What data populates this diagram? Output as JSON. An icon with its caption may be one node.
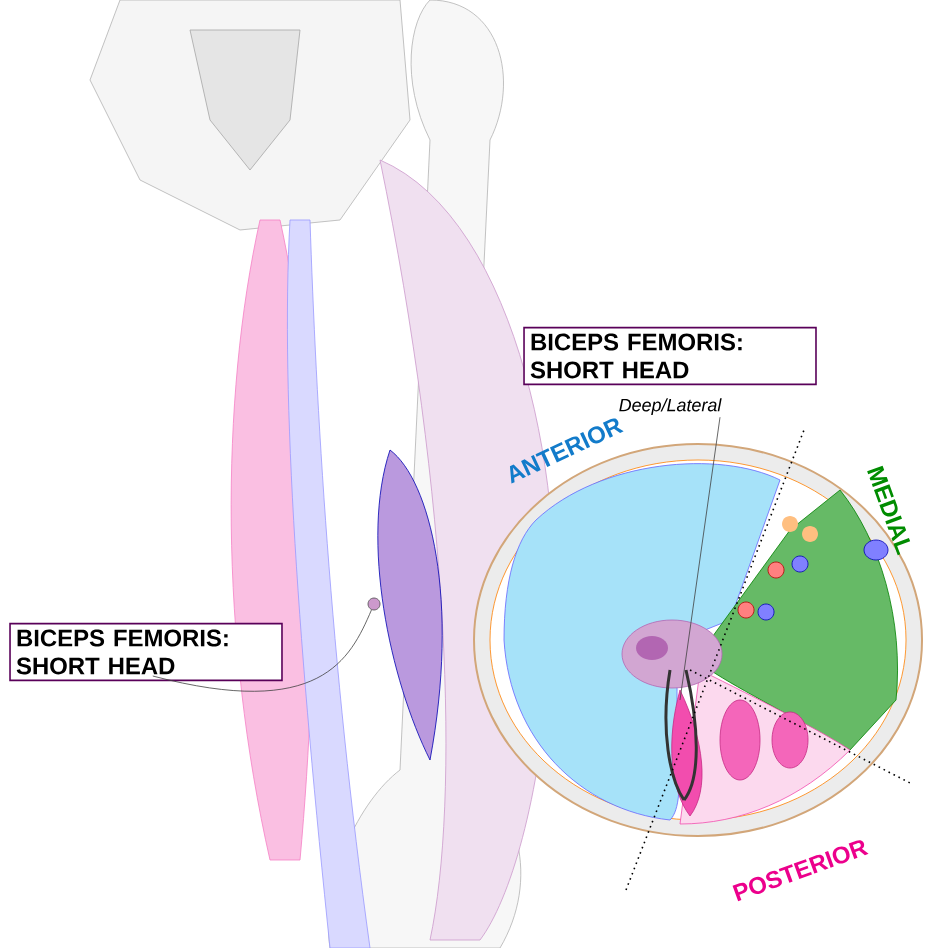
{
  "diagram": {
    "nodes": [
      {
        "text": [
          "BICEPS FEMORIS: SHORT HEAD"
        ]
      },
      {
        "text": [],
        "shape": "circle"
      },
      {
        "text": [
          "BICEPS FEMORIS: SHORT HEAD"
        ],
        "beside": [
          "Deep/Lateral"
        ]
      }
    ],
    "edges": [
      {
        "from": 0,
        "to": 1,
        "arrow": "none"
      },
      {
        "from": 2,
        "to": null,
        "arrow": "none"
      }
    ],
    "labels": [
      "ANTERIOR",
      "MEDIAL",
      "POSTERIOR"
    ]
  }
}
